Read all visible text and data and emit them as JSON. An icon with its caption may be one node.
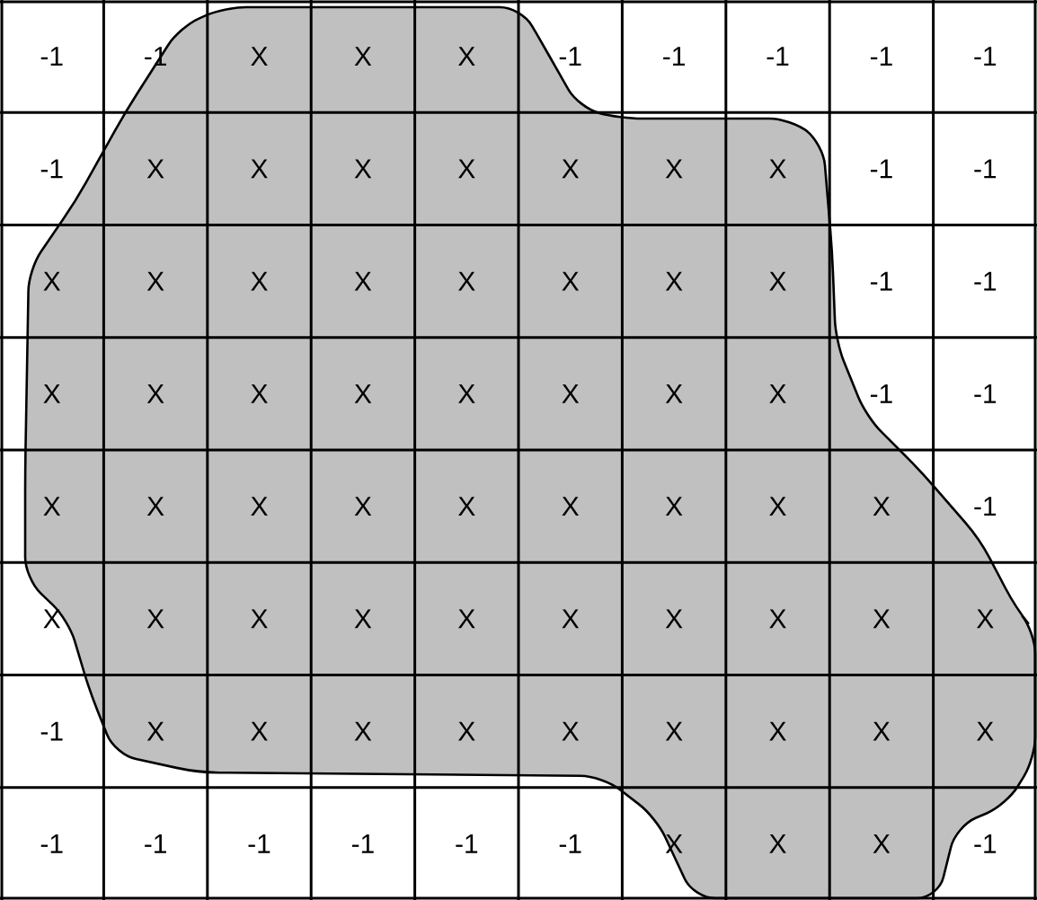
{
  "diagram": {
    "labels": [
      "-1",
      "-1",
      "X",
      "X",
      "X",
      "-1",
      "-1",
      "-1",
      "-1",
      "-1",
      "-1",
      "X",
      "X",
      "X",
      "X",
      "X",
      "X",
      "X",
      "-1",
      "-1",
      "X",
      "X",
      "X",
      "X",
      "X",
      "X",
      "X",
      "X",
      "-1",
      "-1",
      "X",
      "X",
      "X",
      "X",
      "X",
      "X",
      "X",
      "X",
      "-1",
      "-1",
      "X",
      "X",
      "X",
      "X",
      "X",
      "X",
      "X",
      "X",
      "X",
      "-1",
      "X",
      "X",
      "X",
      "X",
      "X",
      "X",
      "X",
      "X",
      "X",
      "X",
      "-1",
      "X",
      "X",
      "X",
      "X",
      "X",
      "X",
      "X",
      "X",
      "X",
      "-1",
      "-1",
      "-1",
      "-1",
      "-1",
      "-1",
      "X",
      "X",
      "X",
      "-1"
    ]
  }
}
